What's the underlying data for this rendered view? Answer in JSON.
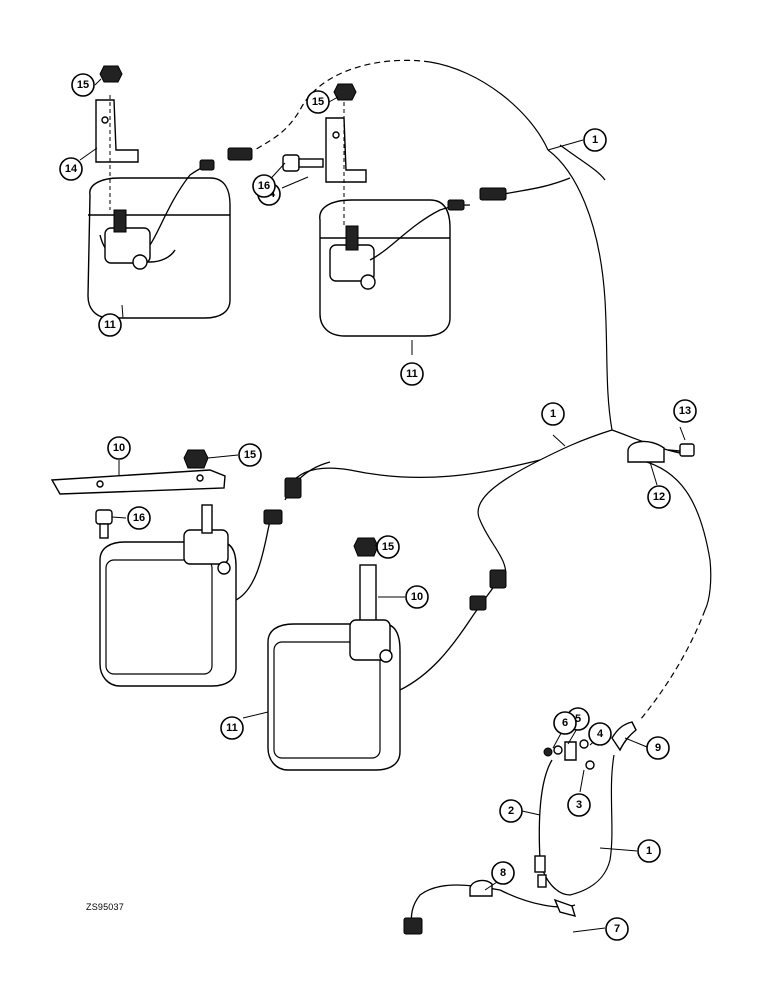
{
  "diagram": {
    "reference_code": "ZS95037",
    "callouts": {
      "c1a": "1",
      "c1b": "1",
      "c1c": "1",
      "c2": "2",
      "c3": "3",
      "c4": "4",
      "c5": "5",
      "c6": "6",
      "c7": "7",
      "c8": "8",
      "c9": "9",
      "c10a": "10",
      "c10b": "10",
      "c11a": "11",
      "c11b": "11",
      "c11c": "11",
      "c12": "12",
      "c13": "13",
      "c14a": "14",
      "c14b": "14",
      "c15a": "15",
      "c15b": "15",
      "c15c": "15",
      "c15d": "15",
      "c16a": "16",
      "c16b": "16"
    }
  }
}
